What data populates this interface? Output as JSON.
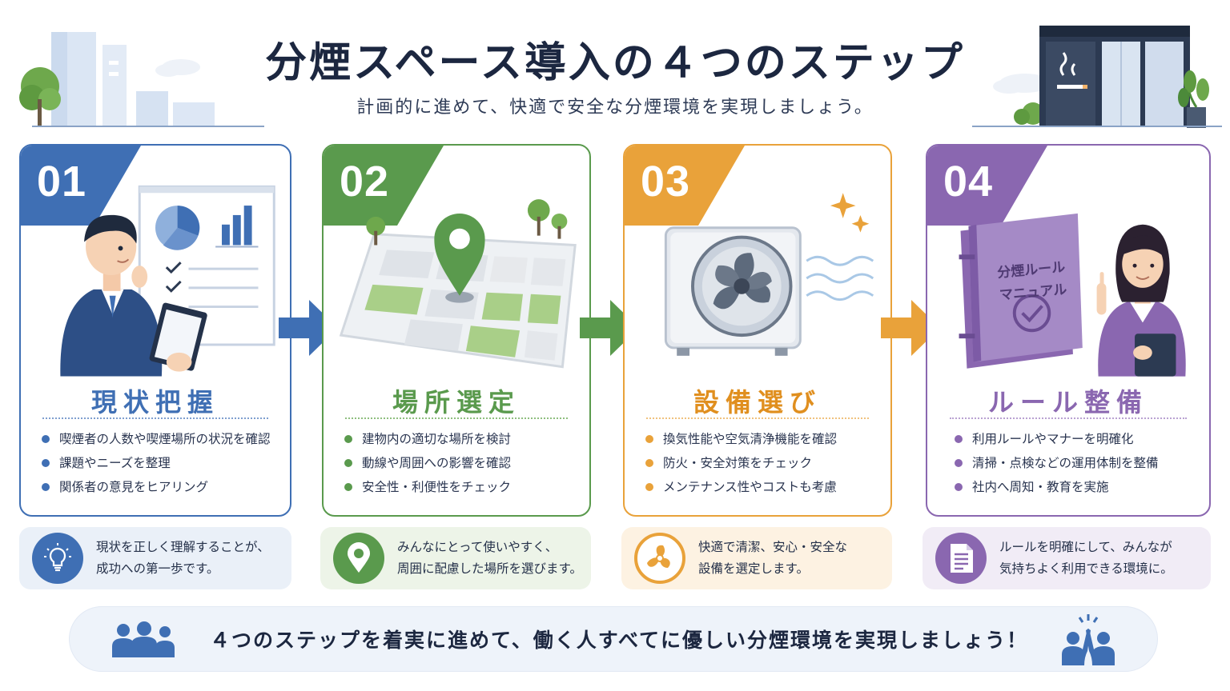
{
  "header": {
    "title": "分煙スペース導入の４つのステップ",
    "subtitle": "計画的に進めて、快適で安全な分煙環境を実現しましょう。"
  },
  "colors": {
    "blue": "#3f6fb4",
    "green": "#5a9a4d",
    "orange": "#e9a23a",
    "purple": "#8a67b0",
    "navy": "#1c2740"
  },
  "steps": [
    {
      "number": "01",
      "title": "現状把握",
      "illustration": "analyst-with-clipboard-and-charts",
      "bullets": [
        "喫煙者の人数や喫煙場所の状況を確認",
        "課題やニーズを整理",
        "関係者の意見をヒアリング"
      ],
      "note_icon": "lightbulb-icon",
      "note": [
        "現状を正しく理解することが、",
        "成功への第一歩です。"
      ]
    },
    {
      "number": "02",
      "title": "場所選定",
      "illustration": "map-with-location-pin",
      "bullets": [
        "建物内の適切な場所を検討",
        "動線や周囲への影響を確認",
        "安全性・利便性をチェック"
      ],
      "note_icon": "location-pin-icon",
      "note": [
        "みんなにとって使いやすく、",
        "周囲に配慮した場所を選びます。"
      ]
    },
    {
      "number": "03",
      "title": "設備選び",
      "illustration": "ventilation-fan-unit",
      "bullets": [
        "換気性能や空気清浄機能を確認",
        "防火・安全対策をチェック",
        "メンテナンス性やコストも考慮"
      ],
      "note_icon": "fan-icon",
      "note": [
        "快適で清潔、安心・安全な",
        "設備を選定します。"
      ]
    },
    {
      "number": "04",
      "title": "ルール整備",
      "illustration": "woman-with-rule-manual",
      "manual_lines": [
        "分煙ルール",
        "マニュアル"
      ],
      "bullets": [
        "利用ルールやマナーを明確化",
        "清掃・点検などの運用体制を整備",
        "社内へ周知・教育を実施"
      ],
      "note_icon": "document-icon",
      "note": [
        "ルールを明確にして、みんなが",
        "気持ちよく利用できる環境に。"
      ]
    }
  ],
  "banner": {
    "text": "４つのステップを着実に進めて、働く人すべてに優しい分煙環境を実現しましょう！",
    "left_icon": "group-icon",
    "right_icon": "high-five-icon"
  }
}
